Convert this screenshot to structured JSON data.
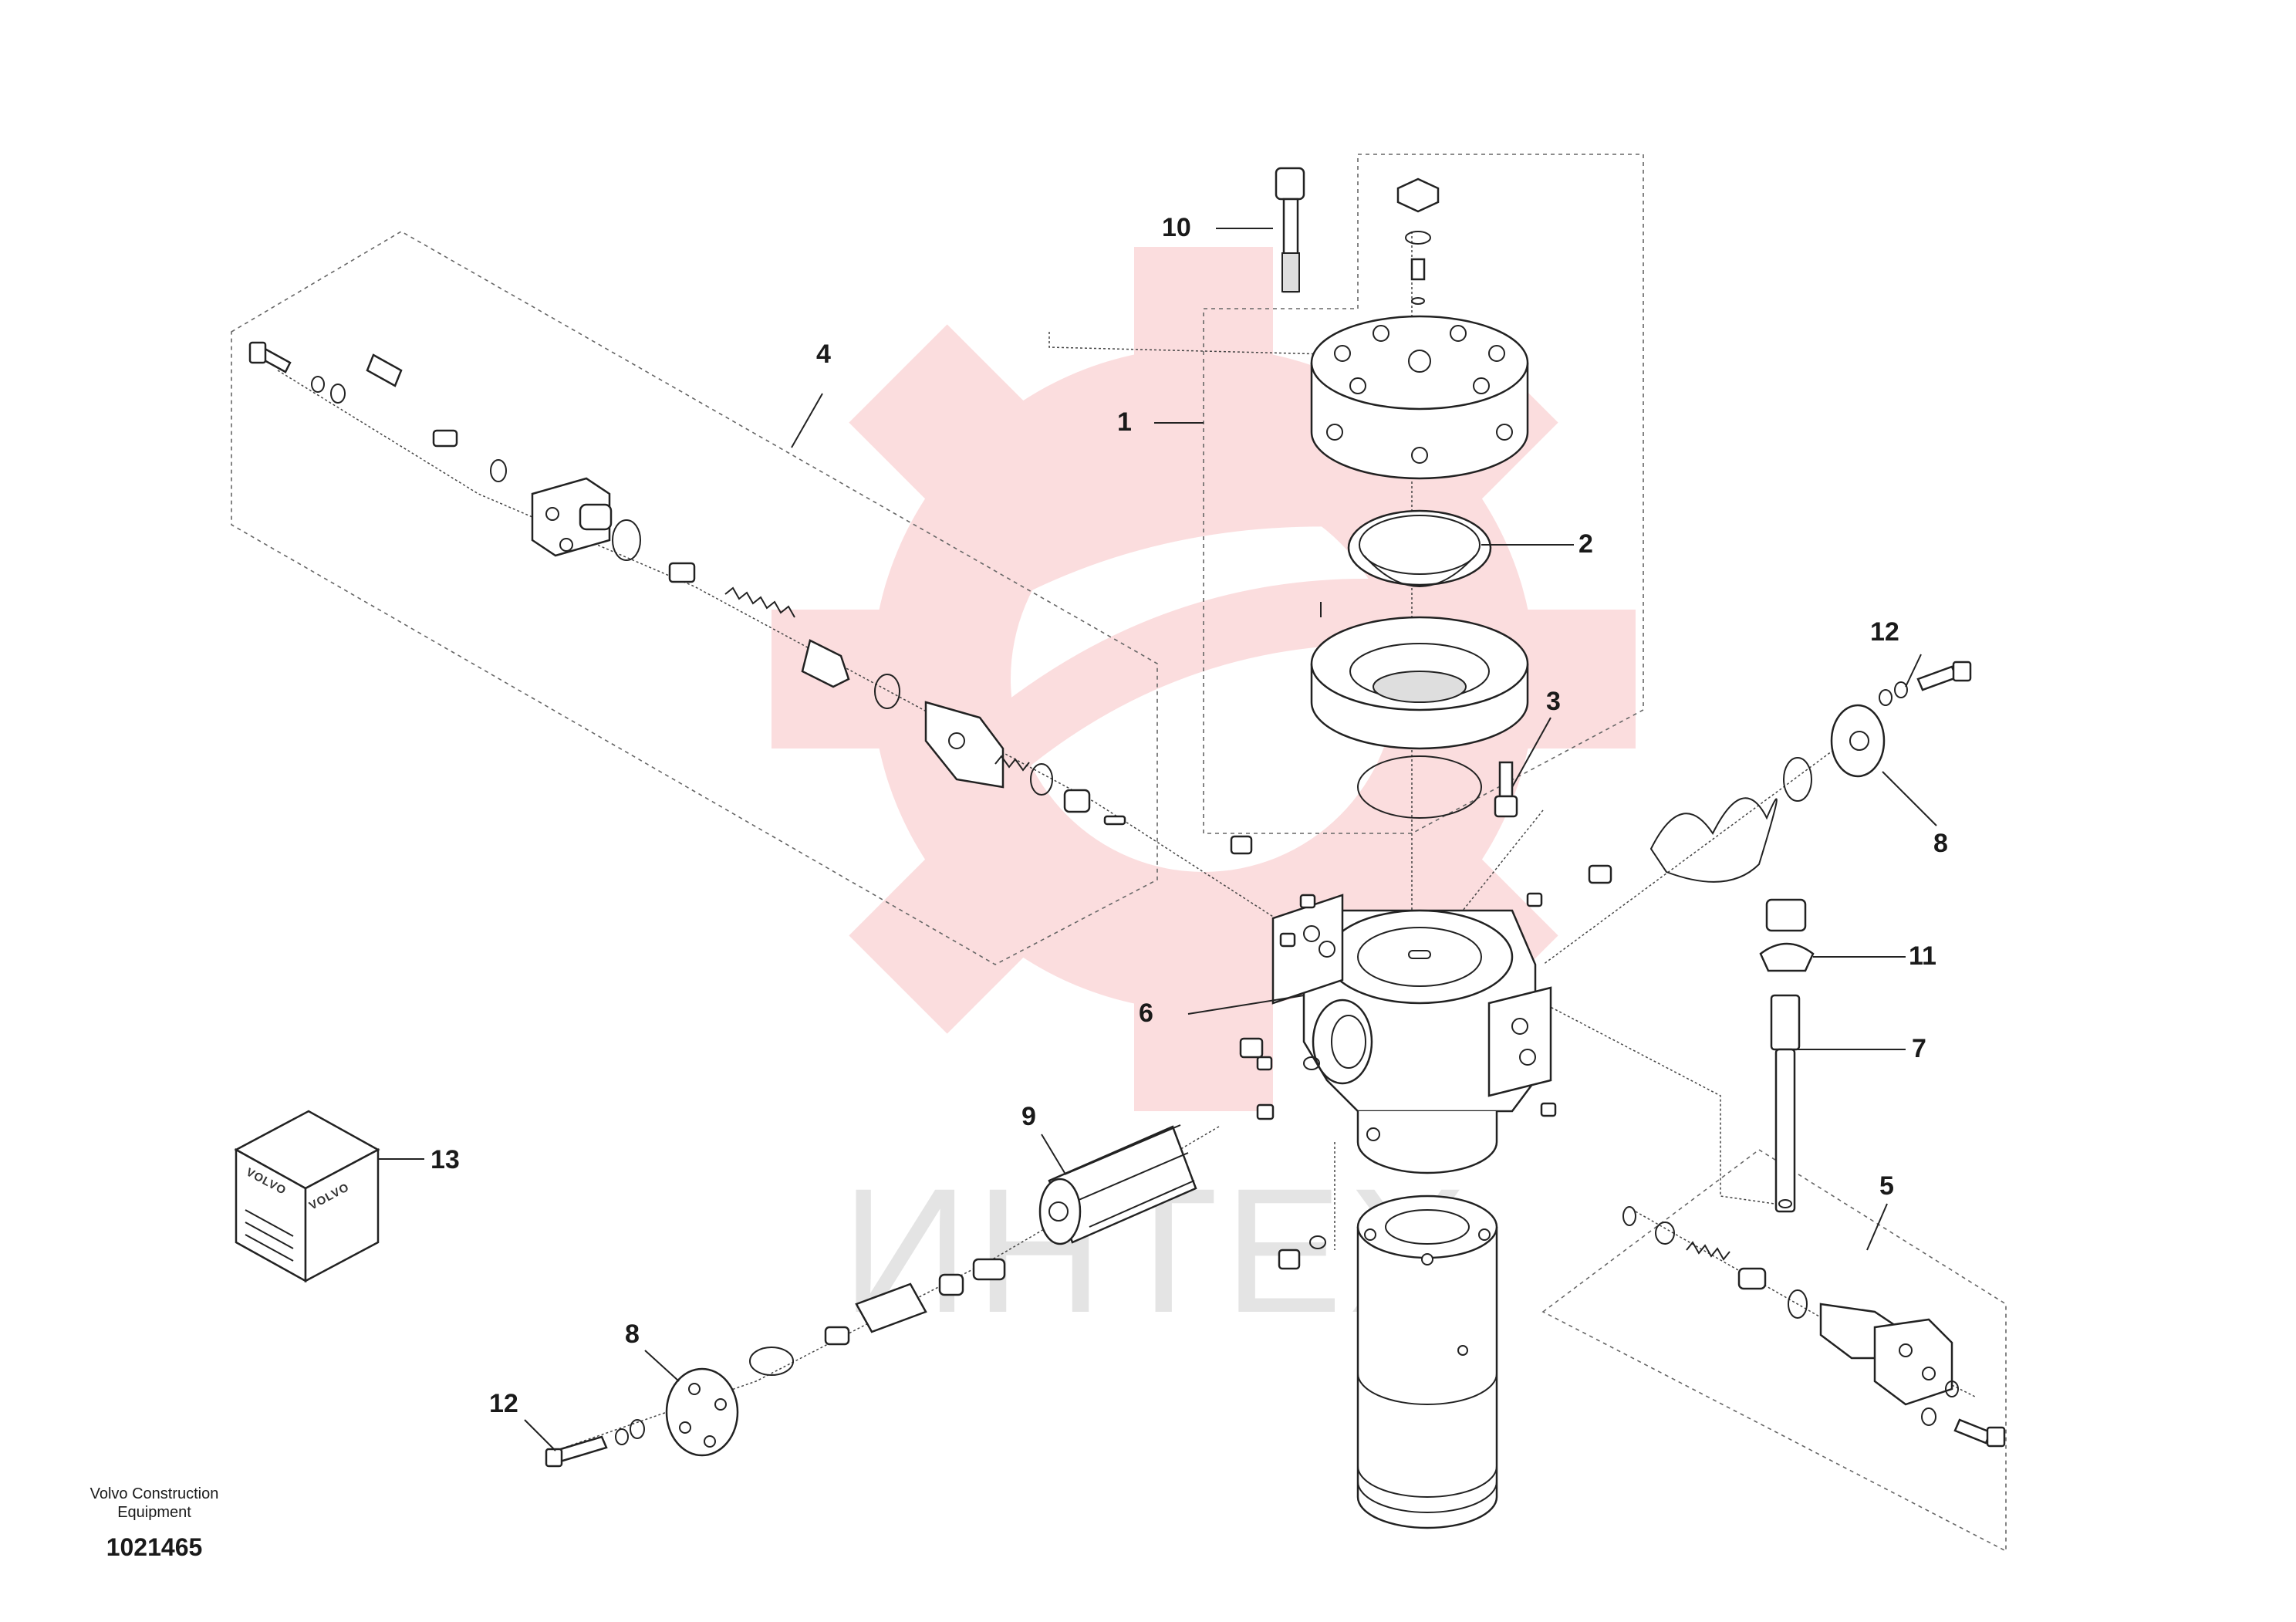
{
  "diagram": {
    "callouts": [
      {
        "id": "1",
        "label": "1"
      },
      {
        "id": "2",
        "label": "2"
      },
      {
        "id": "3",
        "label": "3"
      },
      {
        "id": "4",
        "label": "4"
      },
      {
        "id": "5",
        "label": "5"
      },
      {
        "id": "6",
        "label": "6"
      },
      {
        "id": "7",
        "label": "7"
      },
      {
        "id": "8a",
        "label": "8"
      },
      {
        "id": "8b",
        "label": "8"
      },
      {
        "id": "9",
        "label": "9"
      },
      {
        "id": "10",
        "label": "10"
      },
      {
        "id": "11",
        "label": "11"
      },
      {
        "id": "12a",
        "label": "12"
      },
      {
        "id": "12b",
        "label": "12"
      },
      {
        "id": "13",
        "label": "13"
      }
    ],
    "box_brand": "VOLVO",
    "footer": {
      "company_line1": "Volvo Construction",
      "company_line2": "Equipment",
      "drawing_number": "1021465"
    },
    "watermark": {
      "text": "ИНТЕХ",
      "color": "#e8313a"
    }
  }
}
